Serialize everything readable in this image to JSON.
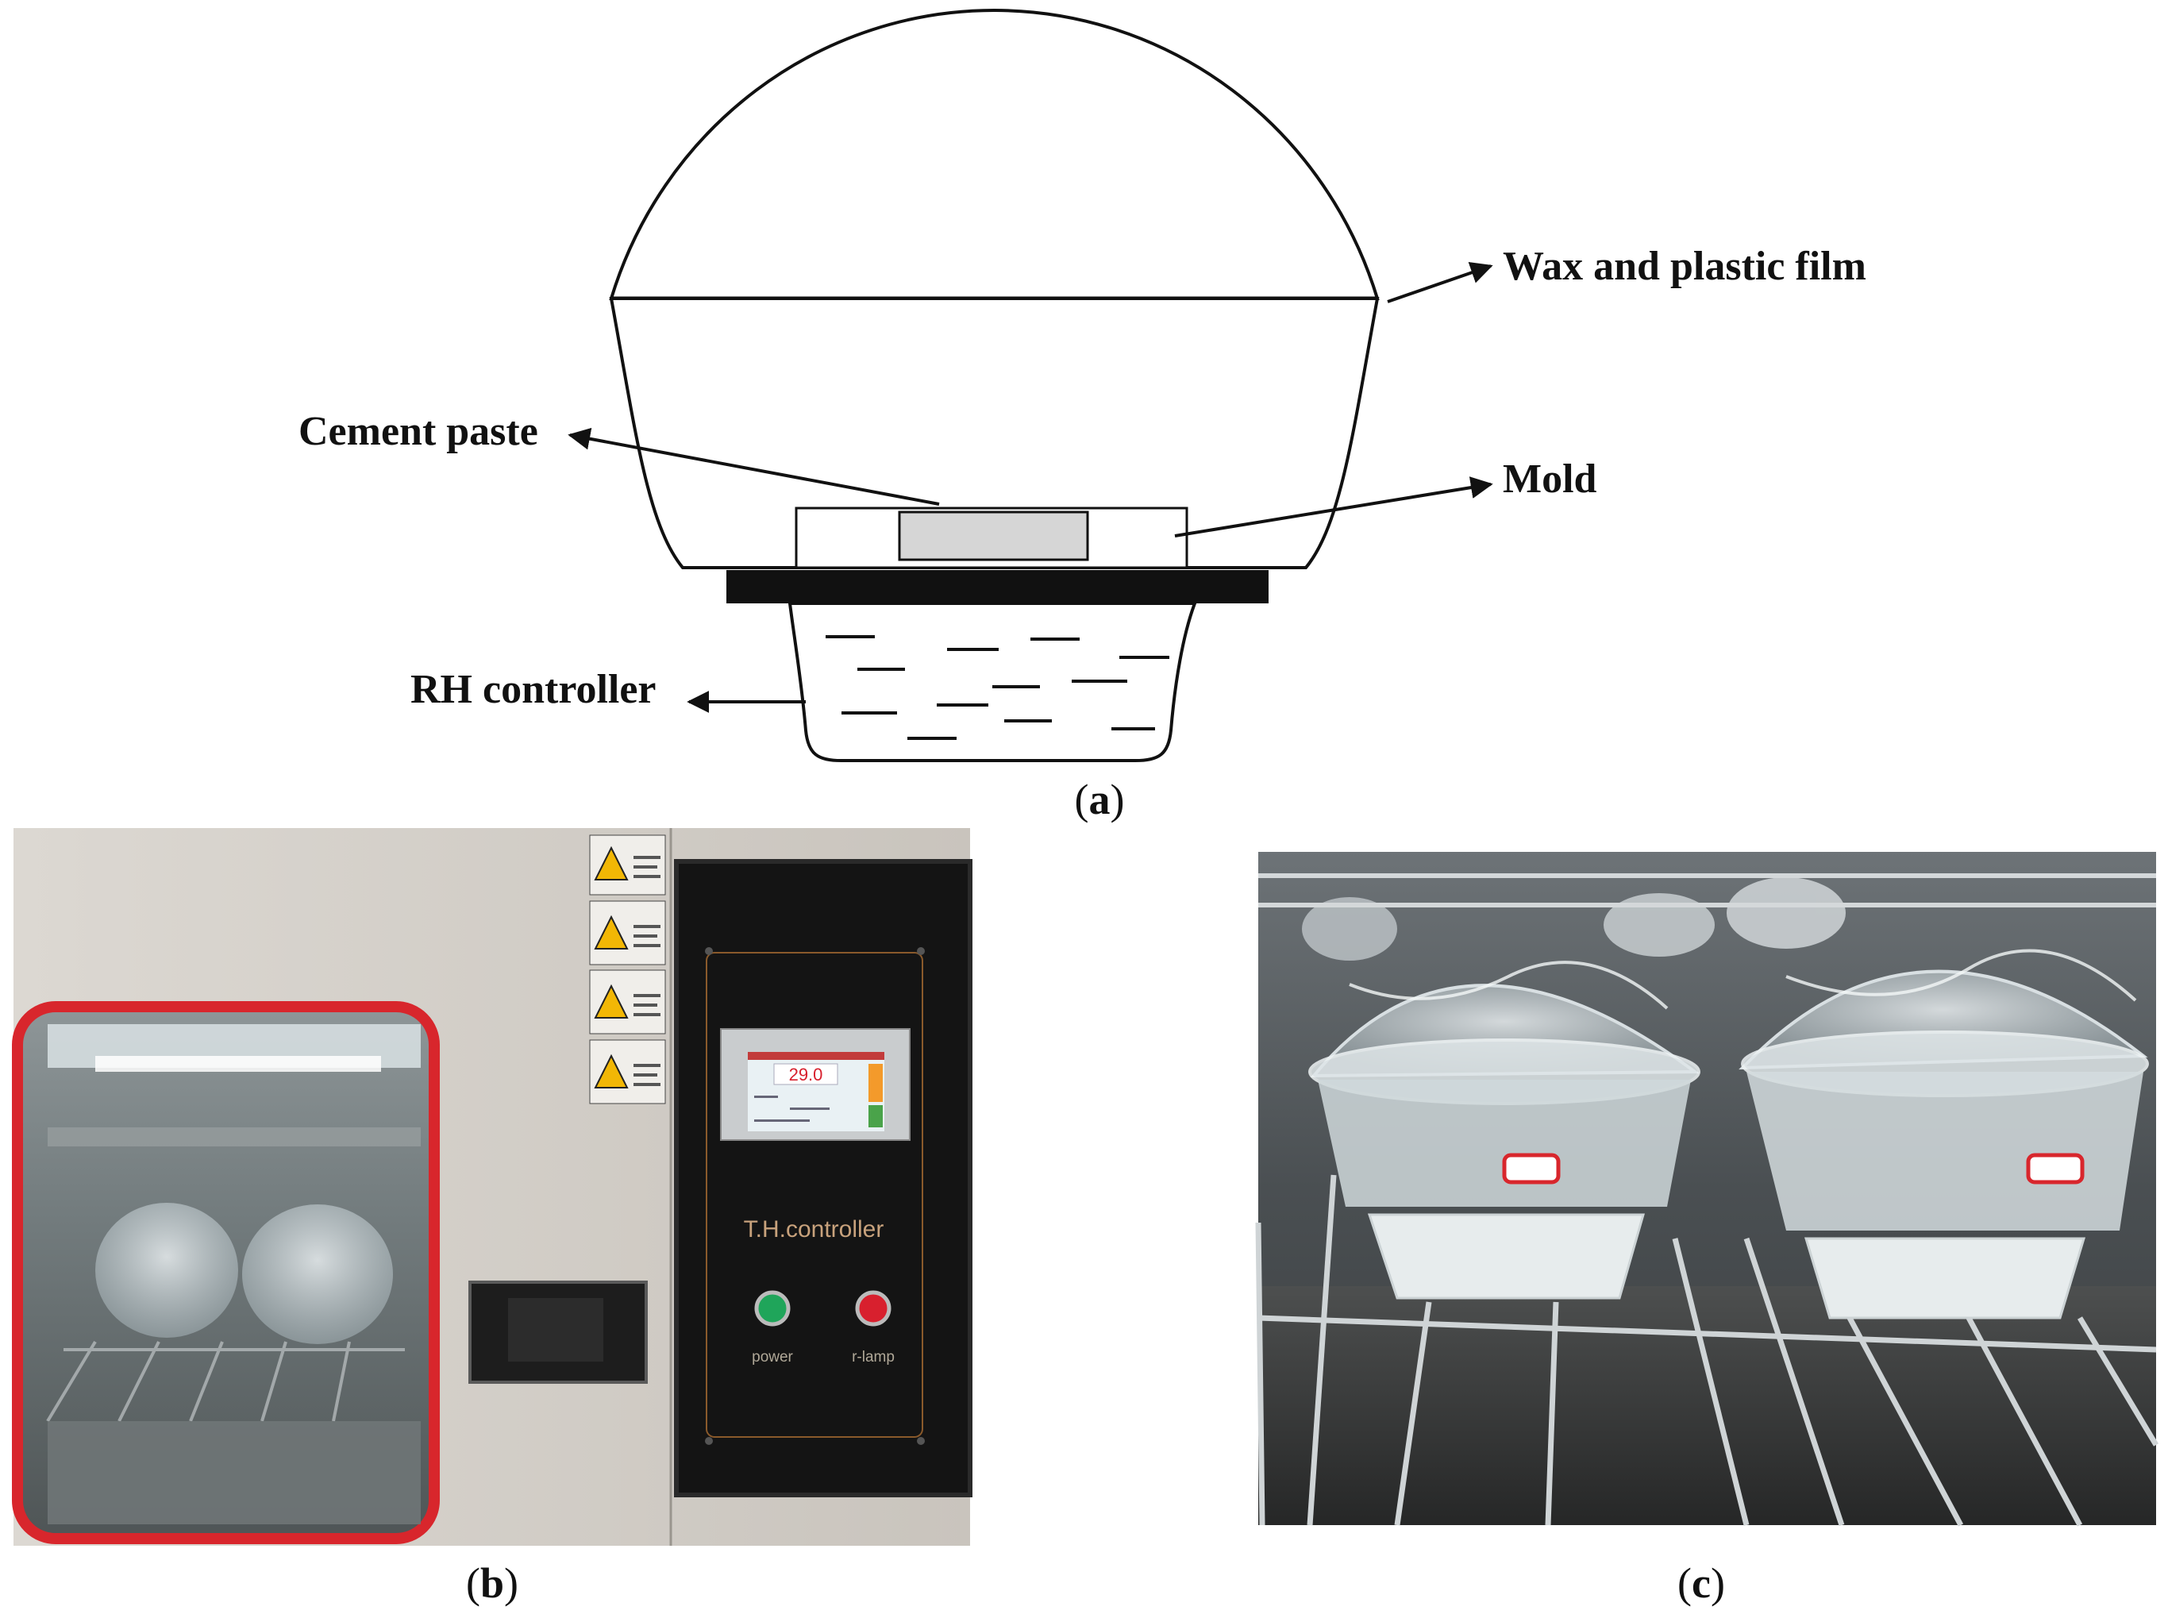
{
  "diagram_a": {
    "labels": {
      "wax_film": "Wax and plastic film",
      "cement_paste": "Cement paste",
      "mold": "Mold",
      "rh_controller": "RH controller"
    },
    "caption_letter": "a"
  },
  "photo_b": {
    "caption_letter": "b",
    "panel_title": "T.H.controller",
    "display_value": "29.0",
    "power_label": "power",
    "lamp_label": "r-lamp",
    "colors": {
      "power_button": "#1fa55a",
      "lamp_button": "#d8202e",
      "door_frame": "#d8262c"
    }
  },
  "photo_c": {
    "caption_letter": "c"
  }
}
